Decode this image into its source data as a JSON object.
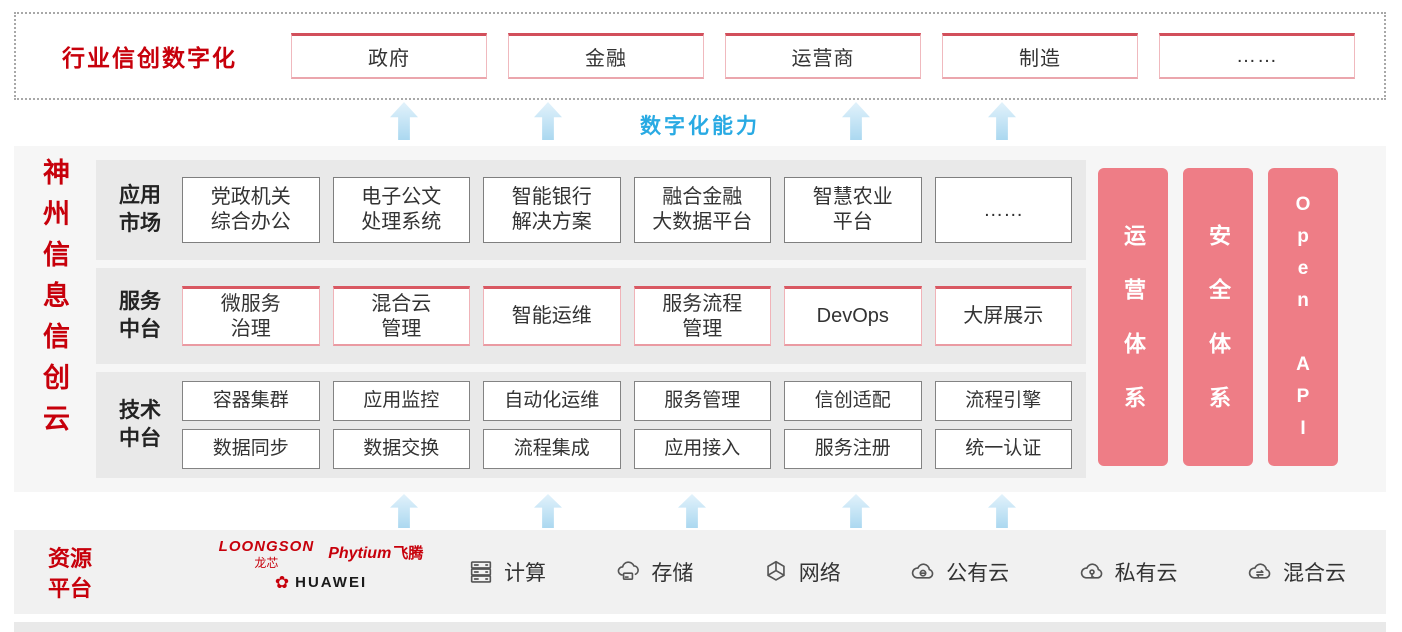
{
  "colors": {
    "accent_red": "#c7000b",
    "pillar_pink": "#ee7d86",
    "capability_blue": "#29aae3",
    "arrow_blue": "#abd8f0"
  },
  "top_banner": {
    "title": "行业信创数字化",
    "items": [
      "政府",
      "金融",
      "运营商",
      "制造",
      "……"
    ]
  },
  "capability_label": "数字化能力",
  "platform": {
    "side_title": "神州信息信创云",
    "app_row": {
      "label": "应用\n市场",
      "items": [
        "党政机关\n综合办公",
        "电子公文\n处理系统",
        "智能银行\n解决方案",
        "融合金融\n大数据平台",
        "智慧农业\n平台",
        "……"
      ]
    },
    "service_row": {
      "label": "服务\n中台",
      "items": [
        "微服务\n治理",
        "混合云\n管理",
        "智能运维",
        "服务流程\n管理",
        "DevOps",
        "大屏展示"
      ]
    },
    "tech_row": {
      "label": "技术\n中台",
      "row1": [
        "容器集群",
        "应用监控",
        "自动化运维",
        "服务管理",
        "信创适配",
        "流程引擎"
      ],
      "row2": [
        "数据同步",
        "数据交换",
        "流程集成",
        "应用接入",
        "服务注册",
        "统一认证"
      ]
    },
    "pillars": [
      "运营体系",
      "安全体系",
      "Open API"
    ]
  },
  "resources": {
    "label": "资源\n平台",
    "vendors": {
      "loongson": "LOONGSON",
      "loongson_cn": "龙芯",
      "phytium": "Phytium",
      "phytium_cn": "飞腾",
      "huawei": "HUAWEI"
    },
    "items": [
      {
        "icon": "compute-icon",
        "label": "计算"
      },
      {
        "icon": "storage-icon",
        "label": "存储"
      },
      {
        "icon": "network-icon",
        "label": "网络"
      },
      {
        "icon": "public-cloud-icon",
        "label": "公有云"
      },
      {
        "icon": "private-cloud-icon",
        "label": "私有云"
      },
      {
        "icon": "hybrid-cloud-icon",
        "label": "混合云"
      }
    ]
  }
}
